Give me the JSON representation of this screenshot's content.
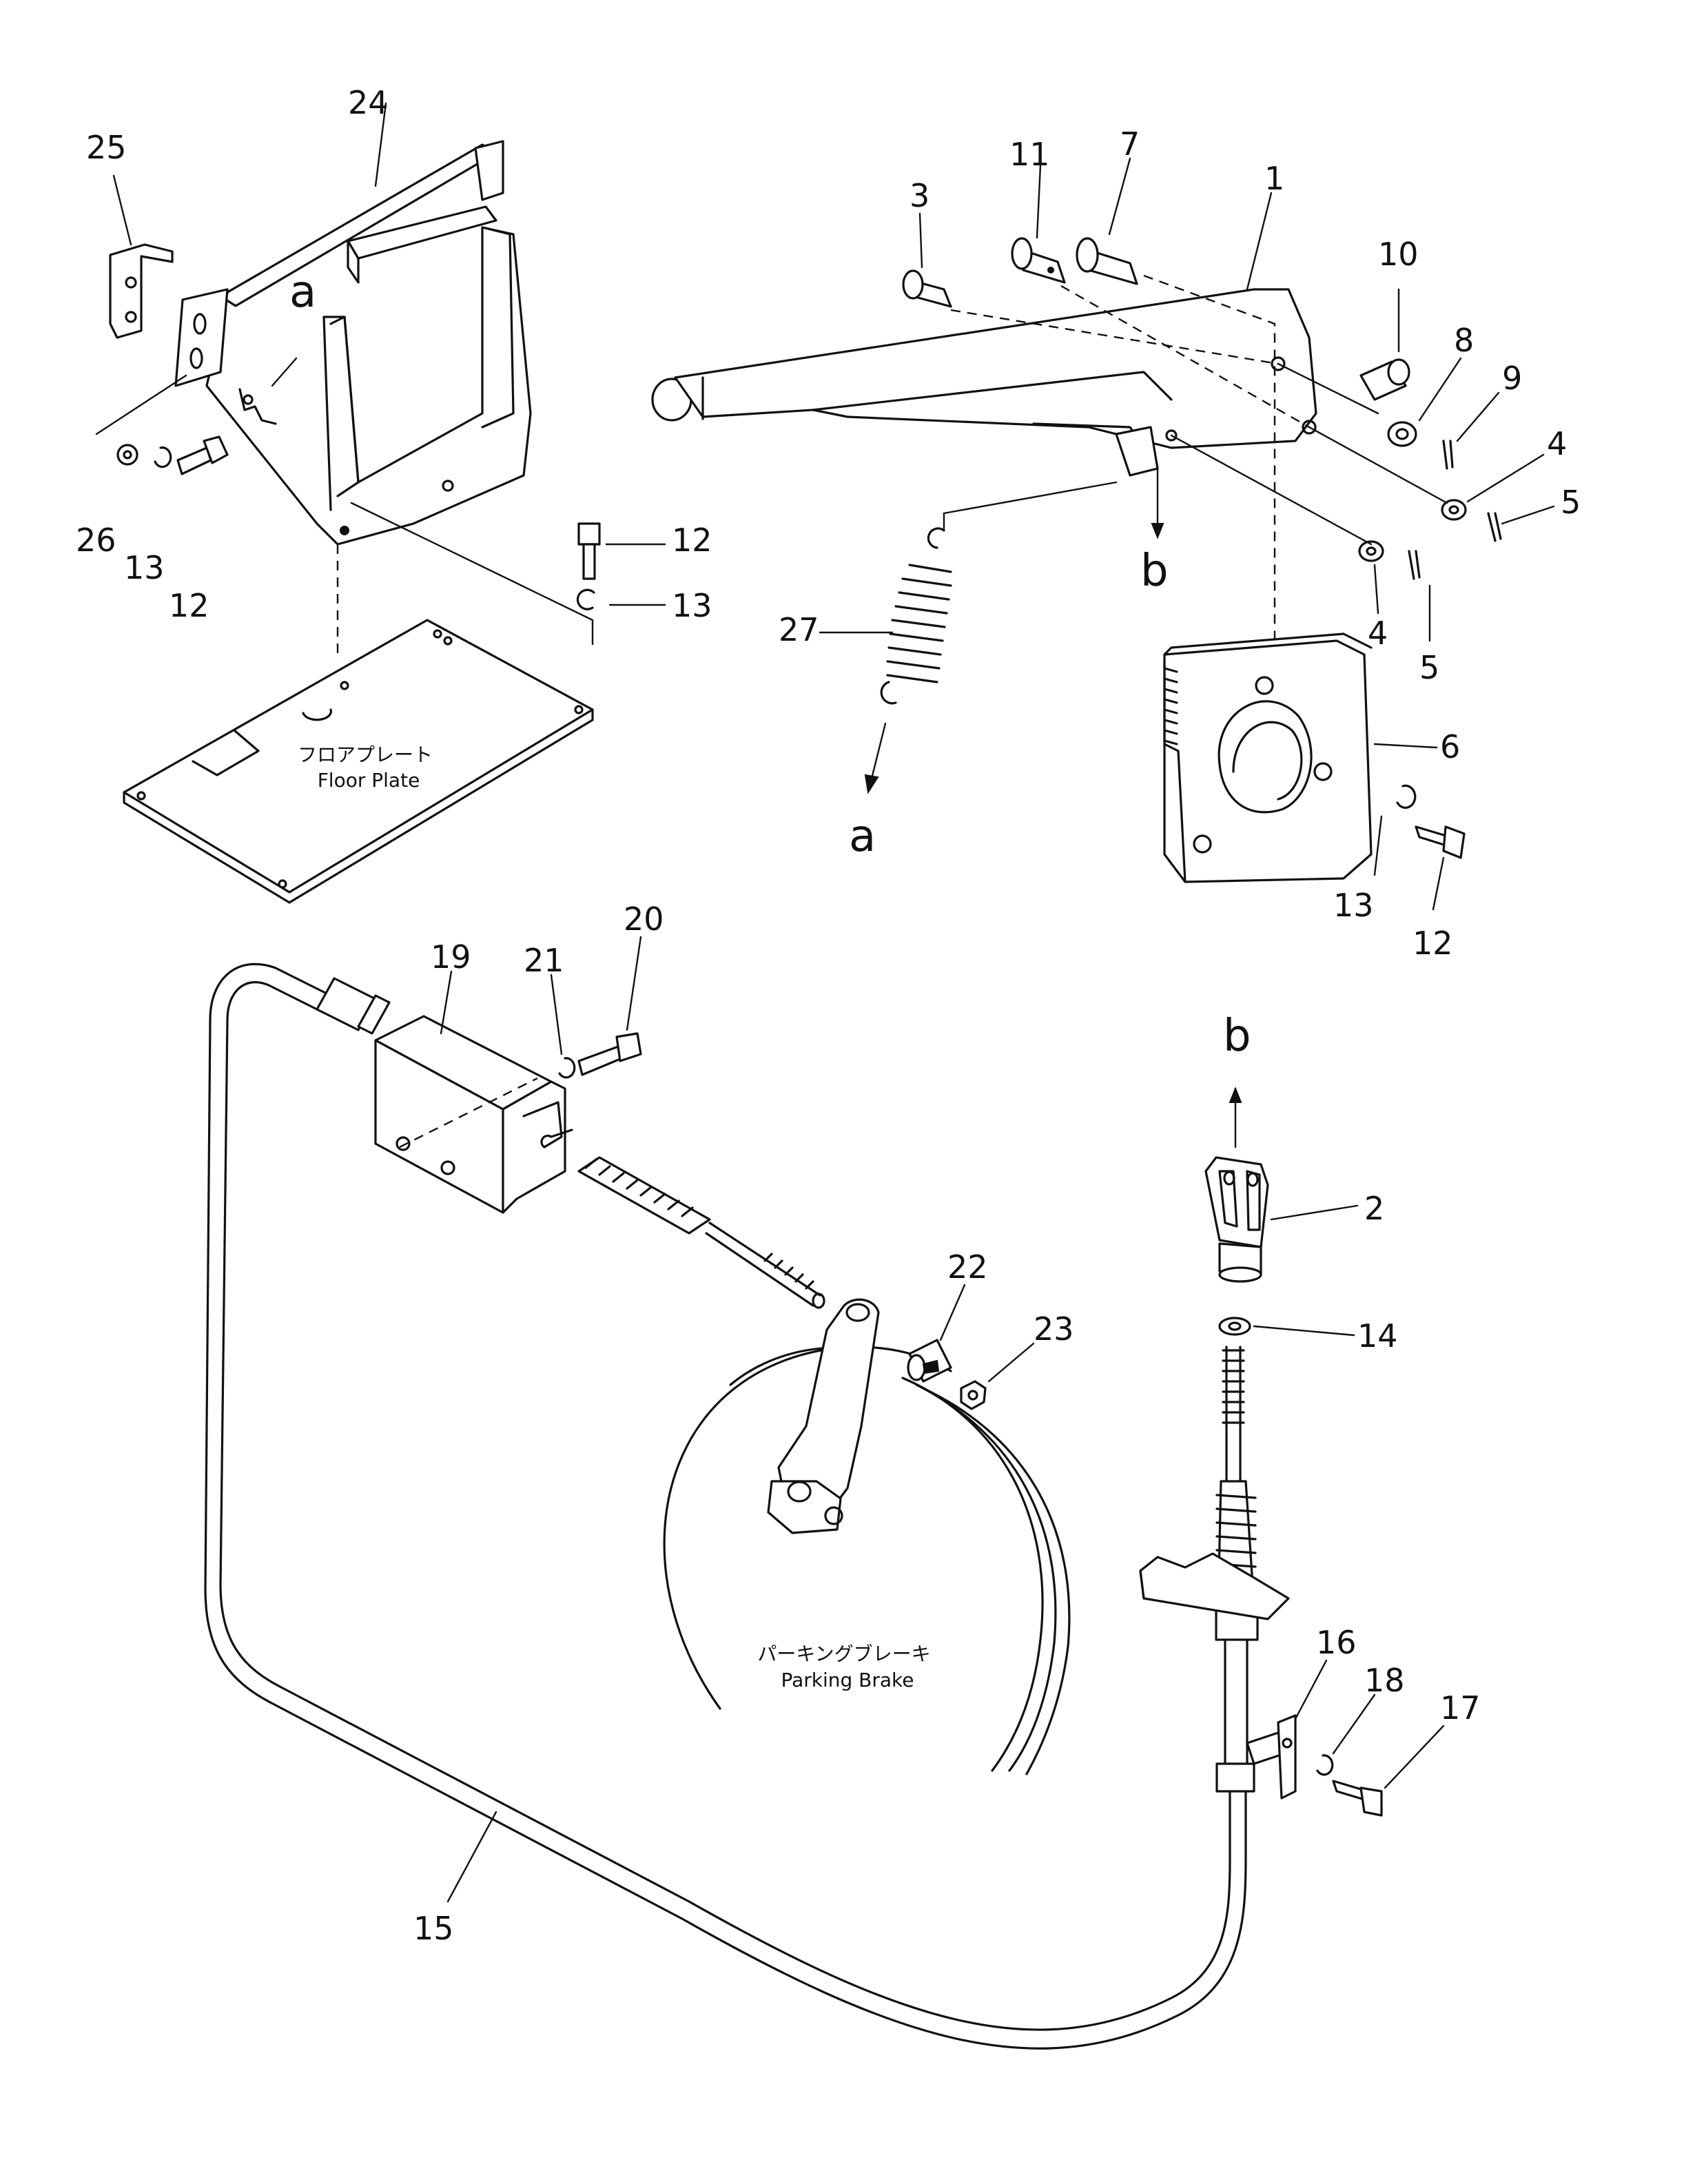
{
  "callouts": {
    "n1": "1",
    "n2": "2",
    "n3": "3",
    "n4a": "4",
    "n4b": "4",
    "n5a": "5",
    "n5b": "5",
    "n6": "6",
    "n7": "7",
    "n8": "8",
    "n9": "9",
    "n10": "10",
    "n11": "11",
    "n12a": "12",
    "n12b": "12",
    "n12c": "12",
    "n13a": "13",
    "n13b": "13",
    "n13c": "13",
    "n14": "14",
    "n15": "15",
    "n16": "16",
    "n17": "17",
    "n18": "18",
    "n19": "19",
    "n20": "20",
    "n21": "21",
    "n22": "22",
    "n23": "23",
    "n24": "24",
    "n25": "25",
    "n26": "26",
    "n27": "27"
  },
  "refs": {
    "a_top": "a",
    "a_bottom": "a",
    "b_top": "b",
    "b_bottom": "b"
  },
  "floor_plate": {
    "jp": "フロアプレート",
    "en": "Floor Plate"
  },
  "parking_brake": {
    "jp": "パーキングブレーキ",
    "en": "Parking Brake"
  }
}
